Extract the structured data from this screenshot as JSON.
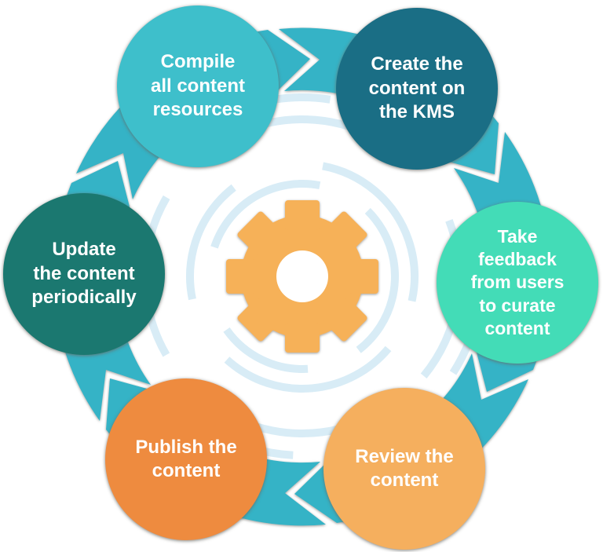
{
  "diagram_type": "cycle",
  "steps": [
    {
      "label": "Compile all content resources",
      "lines": [
        "Compile",
        "all content",
        "resources"
      ],
      "color": "#3EBFCB"
    },
    {
      "label": "Create the content on the KMS",
      "lines": [
        "Create the",
        "content on",
        "the KMS"
      ],
      "color": "#1A6E85"
    },
    {
      "label": "Take feedback from users to curate content",
      "lines": [
        "Take",
        "feedback",
        "from users",
        "to curate",
        "content"
      ],
      "color": "#43DCB7"
    },
    {
      "label": "Review the content",
      "lines": [
        "Review the",
        "content"
      ],
      "color": "#F5AF5E"
    },
    {
      "label": "Publish the content",
      "lines": [
        "Publish the",
        "content"
      ],
      "color": "#EE8B3F"
    },
    {
      "label": "Update the content periodically",
      "lines": [
        "Update",
        "the content",
        "periodically"
      ],
      "color": "#1B7870"
    }
  ],
  "icons": {
    "center": "gear-icon"
  },
  "colors": {
    "arrow_ring": "#36B3C6",
    "gear": "#F6B158",
    "gear_hole": "#FFFFFF",
    "background_arcs": "#D8ECF6",
    "text": "#FFFFFF",
    "outline_shadow": "#9C9C96"
  }
}
